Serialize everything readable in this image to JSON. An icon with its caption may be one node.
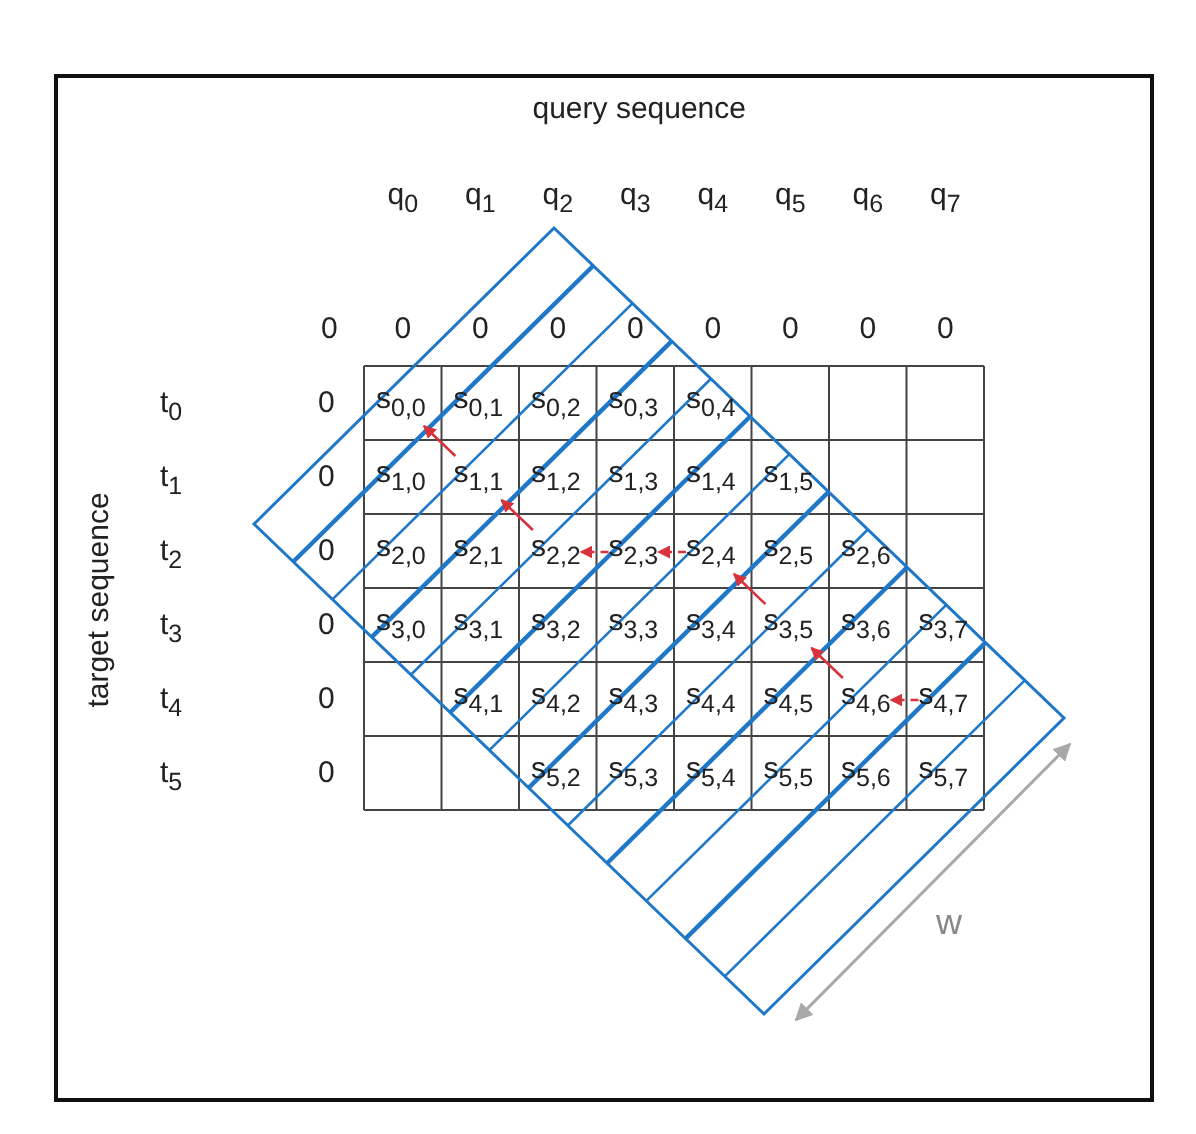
{
  "diagram": {
    "nodes": [
      {
        "text": [
          "s$_{0,0}$"
        ]
      },
      {
        "text": [
          "s$_{0,1}$"
        ]
      },
      {
        "text": [
          "s$_{0,2}$"
        ]
      },
      {
        "text": [
          "s$_{0,3}$"
        ]
      },
      {
        "text": [
          "s$_{0,4}$"
        ]
      },
      {
        "text": [
          "s$_{1,0}$"
        ]
      },
      {
        "text": [
          "s$_{1,1}$"
        ]
      },
      {
        "text": [
          "s$_{1,2}$"
        ]
      },
      {
        "text": [
          "s$_{1,3}$"
        ]
      },
      {
        "text": [
          "s$_{1,4}$"
        ]
      },
      {
        "text": [
          "s$_{1,5}$"
        ]
      },
      {
        "text": [
          "s$_{2,0}$"
        ]
      },
      {
        "text": [
          "s$_{2,1}$"
        ]
      },
      {
        "text": [
          "s$_{2,2}$"
        ]
      },
      {
        "text": [
          "s$_{2,3}$"
        ]
      },
      {
        "text": [
          "s$_{2,4}$"
        ]
      },
      {
        "text": [
          "s$_{2,5}$"
        ]
      },
      {
        "text": [
          "s$_{2,6}$"
        ]
      },
      {
        "text": [
          "s$_{3,0}$"
        ]
      },
      {
        "text": [
          "s$_{3,1}$"
        ]
      },
      {
        "text": [
          "s$_{3,2}$"
        ]
      },
      {
        "text": [
          "s$_{3,3}$"
        ]
      },
      {
        "text": [
          "s$_{3,4}$"
        ]
      },
      {
        "text": [
          "s$_{3,5}$"
        ]
      },
      {
        "text": [
          "s$_{3,6}$"
        ]
      },
      {
        "text": [
          "s$_{3,7}$"
        ]
      },
      {
        "text": [
          "s$_{4,1}$"
        ]
      },
      {
        "text": [
          "s$_{4,2}$"
        ]
      },
      {
        "text": [
          "s$_{4,3}$"
        ]
      },
      {
        "text": [
          "s$_{4,4}$"
        ]
      },
      {
        "text": [
          "s$_{4,5}$"
        ]
      },
      {
        "text": [
          "s$_{4,6}$"
        ]
      },
      {
        "text": [
          "s$_{4,7}$"
        ]
      },
      {
        "text": [
          "s$_{5,2}$"
        ]
      },
      {
        "text": [
          "s$_{5,3}$"
        ]
      },
      {
        "text": [
          "s$_{5,4}$"
        ]
      },
      {
        "text": [
          "s$_{5,5}$"
        ]
      },
      {
        "text": [
          "s$_{5,6}$"
        ]
      },
      {
        "text": [
          "s$_{5,7}$"
        ]
      }
    ],
    "edges": [
      {
        "from": 32,
        "to": 31,
        "arrow": "to",
        "style": "dashed"
      },
      {
        "from": 31,
        "to": 23,
        "arrow": "to"
      },
      {
        "from": 23,
        "to": 15,
        "arrow": "to"
      },
      {
        "from": 15,
        "to": 14,
        "arrow": "to",
        "style": "dashed"
      },
      {
        "from": 14,
        "to": 13,
        "arrow": "to",
        "style": "dashed"
      },
      {
        "from": 13,
        "to": 6,
        "arrow": "to"
      },
      {
        "from": 6,
        "to": 0,
        "arrow": "to"
      }
    ],
    "labels": [
      "query sequence",
      "q$_{0}$",
      "q$_{1}$",
      "q$_{2}$",
      "q$_{3}$",
      "q$_{4}$",
      "q$_{5}$",
      "q$_{6}$",
      "q$_{7}$",
      "0",
      "0",
      "0",
      "0",
      "0",
      "0",
      "0",
      "0",
      "0",
      "t$_{0}$",
      "0",
      "t$_{1}$",
      "0",
      "t$_{2}$",
      "0",
      "t$_{3}$",
      "0",
      "t$_{4}$",
      "0",
      "t$_{5}$",
      "0",
      "target sequence",
      "w"
    ]
  }
}
